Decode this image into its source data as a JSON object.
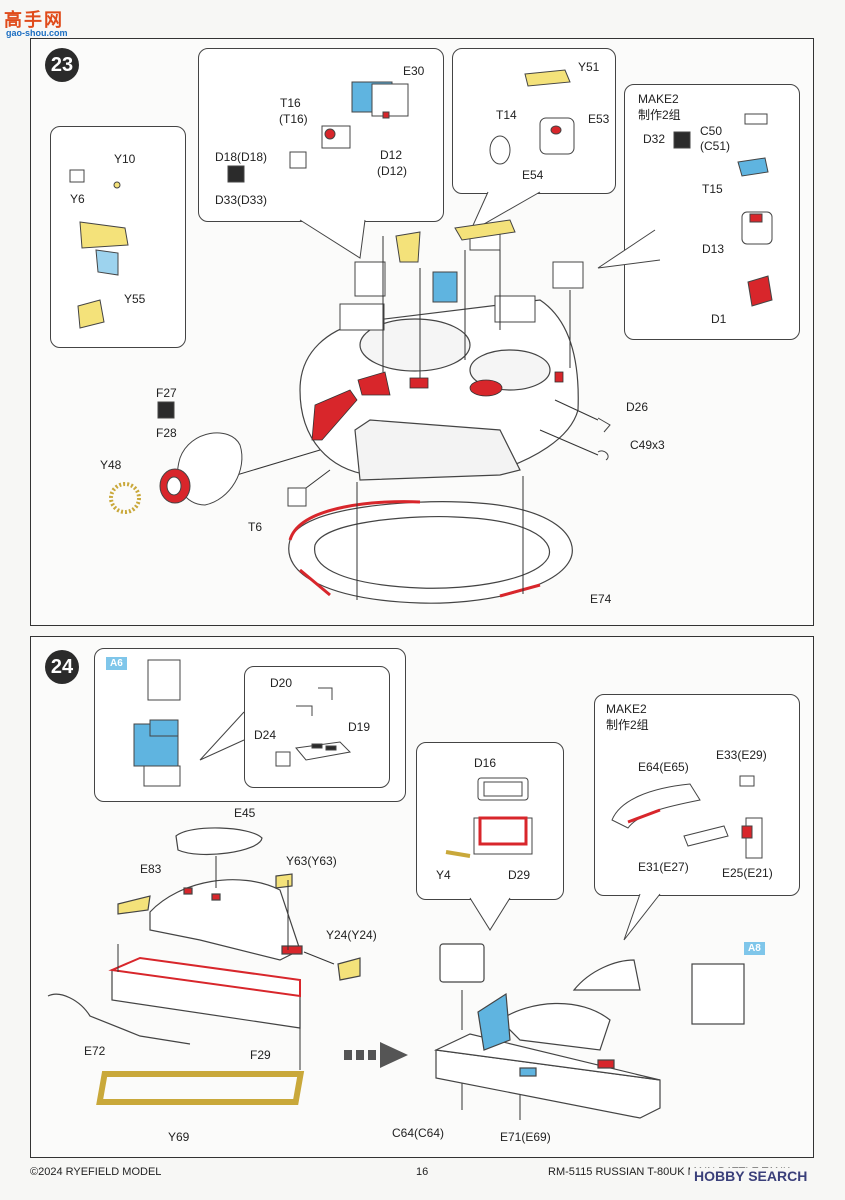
{
  "watermark_top": {
    "logo": "高手网",
    "site": "gao-shou.com"
  },
  "watermark_bottom": {
    "brand": "HOBBY SEARCH"
  },
  "step23": {
    "number": "23",
    "labels": {
      "e30": "E30",
      "t16": "T16",
      "t16b": "(T16)",
      "d18": "D18(D18)",
      "d33": "D33(D33)",
      "d12": "D12",
      "d12b": "(D12)",
      "y51": "Y51",
      "t14": "T14",
      "e53": "E53",
      "e54": "E54",
      "make2": "MAKE2",
      "make2_cn": "制作2组",
      "c50": "C50",
      "c51": "(C51)",
      "d32": "D32",
      "t15": "T15",
      "d13": "D13",
      "d1": "D1",
      "y10": "Y10",
      "y6": "Y6",
      "y55": "Y55",
      "f27": "F27",
      "f28": "F28",
      "y48": "Y48",
      "t6": "T6",
      "d26": "D26",
      "c49": "C49x3",
      "e74": "E74"
    }
  },
  "step24": {
    "number": "24",
    "labels": {
      "a6": "A6",
      "d20": "D20",
      "d24": "D24",
      "d19": "D19",
      "d16": "D16",
      "y4": "Y4",
      "d29": "D29",
      "make2": "MAKE2",
      "make2_cn": "制作2组",
      "e33": "E33(E29)",
      "e64": "E64(E65)",
      "e31": "E31(E27)",
      "e25": "E25(E21)",
      "e45": "E45",
      "e83": "E83",
      "y63": "Y63(Y63)",
      "y24": "Y24(Y24)",
      "e72": "E72",
      "f29": "F29",
      "y69": "Y69",
      "c64": "C64(C64)",
      "e71": "E71(E69)",
      "a8": "A8"
    }
  },
  "footer": {
    "copyright": "©2024 RYEFIELD MODEL",
    "page": "16",
    "title": "RM-5115 RUSSIAN T-80UK MAIN BATTLE TANK"
  },
  "colors": {
    "red": "#d8262b",
    "yellow": "#f4e27a",
    "blue": "#5fb4e0",
    "line": "#333333"
  }
}
